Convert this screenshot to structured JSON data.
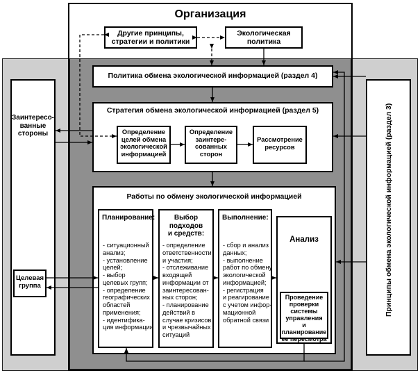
{
  "org": {
    "title": "Организация"
  },
  "top": {
    "other": "Другие принципы,\nстратегии и политики",
    "eco_policy": "Экологическая\nполитика"
  },
  "policy": {
    "label": "Политика обмена экологической информацией (раздел 4)"
  },
  "strategy": {
    "title": "Стратегия обмена экологической информацией (раздел 5)",
    "items": [
      "Определение\nцелей обмена\nэкологической\nинформацией",
      "Определение\nзаинтере-\nсованных\nсторон",
      "Рассмотрение\nресурсов"
    ]
  },
  "stakeholders": {
    "label": "Заинтересо-\nванные\nстороны"
  },
  "target_group": {
    "label": "Целевая\nгруппа"
  },
  "principles": {
    "label": "Принципы обмена экологической информацией (раздел 3)"
  },
  "works": {
    "title": "Работы по обмену экологической информацией",
    "planning": {
      "title": "Планирование:",
      "body": "- ситуационный\nанализ;\n- установление\nцелей;\n- выбор\nцелевых групп;\n- определение\nгеографических\nобластей\nприменения;\n- идентифика-\nция информации"
    },
    "choice": {
      "title": "Выбор\nподходов\nи средств:",
      "body": "- определение\nответственности\nи участия;\n- отслеживание\nвходящей\nинформации от\nзаинтересован-\nных сторон;\n- планирование\nдействий в\nслучае кризисов\nи чрезвычайных\nситуаций"
    },
    "execution": {
      "title": "Выполнение:",
      "body": "- сбор и анализ\nданных;\n- выполнение\nработ по обмену\nэкологической\nинформацией;\n- регистрация\nи реагирование\nс учетом инфор-\nмационной\nобратной связи"
    },
    "analysis": "Анализ",
    "review": "Проведение\nпроверки\nсистемы\nуправления\nи планирование\nее пересмотра"
  },
  "colors": {
    "outer_gray": "#cfcfcf",
    "inner_gray": "#8f8f8f",
    "line": "#000000"
  }
}
